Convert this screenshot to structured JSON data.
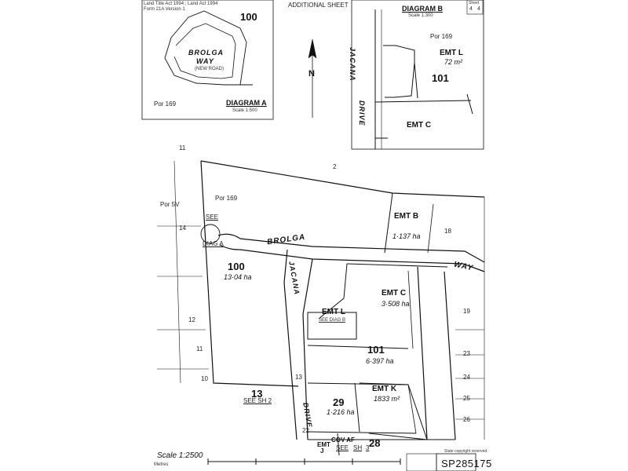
{
  "header": {
    "title": "ADDITIONAL SHEET",
    "small_lines": [
      "Land Title Act 1994 ; Land Act 1994",
      "Form 21A Version 1"
    ],
    "sheet_label": "Sheet",
    "sheet_num": "4",
    "sheet_of": "4"
  },
  "diagram_a": {
    "title": "DIAGRAM A",
    "scale": "Scale 1:500",
    "lot": "100",
    "road_line1": "BROLGA",
    "road_line2": "WAY",
    "road_note": "(NEW ROAD)",
    "por": "Por 169"
  },
  "diagram_b": {
    "title": "DIAGRAM B",
    "scale": "Scale 1:300",
    "por": "Por 169",
    "emt_l": "EMT L",
    "emt_l_area": "72 m²",
    "lot": "101",
    "emt_c": "EMT C",
    "road_top": "JACANA",
    "road_bottom": "DRIVE"
  },
  "north": "N",
  "main": {
    "por_169": "Por 169",
    "por_5v": "Por 5V",
    "see_diag_a": "SEE",
    "diag_a": "DIAG A",
    "brolga": "BROLGA",
    "way": "WAY",
    "jacana": "JACANA",
    "drive": "DRIVE",
    "lot100": "100",
    "lot100_area": "13·04 ha",
    "emt_b": "EMT B",
    "emt_b_area": "1·137 ha",
    "emt_c": "EMT C",
    "emt_c_area": "3·508 ha",
    "emt_l": "EMT L",
    "see_diag_b": "SEE DIAG B",
    "lot101": "101",
    "lot101_area": "6·397 ha",
    "emt_k": "EMT K",
    "emt_k_area": "1833 m²",
    "lot29": "29",
    "lot29_area": "1·216 ha",
    "lot13": "13",
    "see_sh2": "SEE SH 2",
    "lot28": "28",
    "cov_af": "COV AF",
    "emt_j_1": "EMT",
    "emt_j_2": "J",
    "see_sh3_1": "SEE",
    "see_sh3_2": "SH",
    "see_sh3_3": "3",
    "side_numbers": [
      "11",
      "2",
      "18",
      "14",
      "12",
      "11",
      "10",
      "19",
      "23",
      "24",
      "25",
      "26",
      "13",
      "22"
    ]
  },
  "footer": {
    "scale": "Scale 1:2500",
    "metres": "Metres",
    "plan_no": "SP285175",
    "copyright": "State copyright reserved."
  }
}
